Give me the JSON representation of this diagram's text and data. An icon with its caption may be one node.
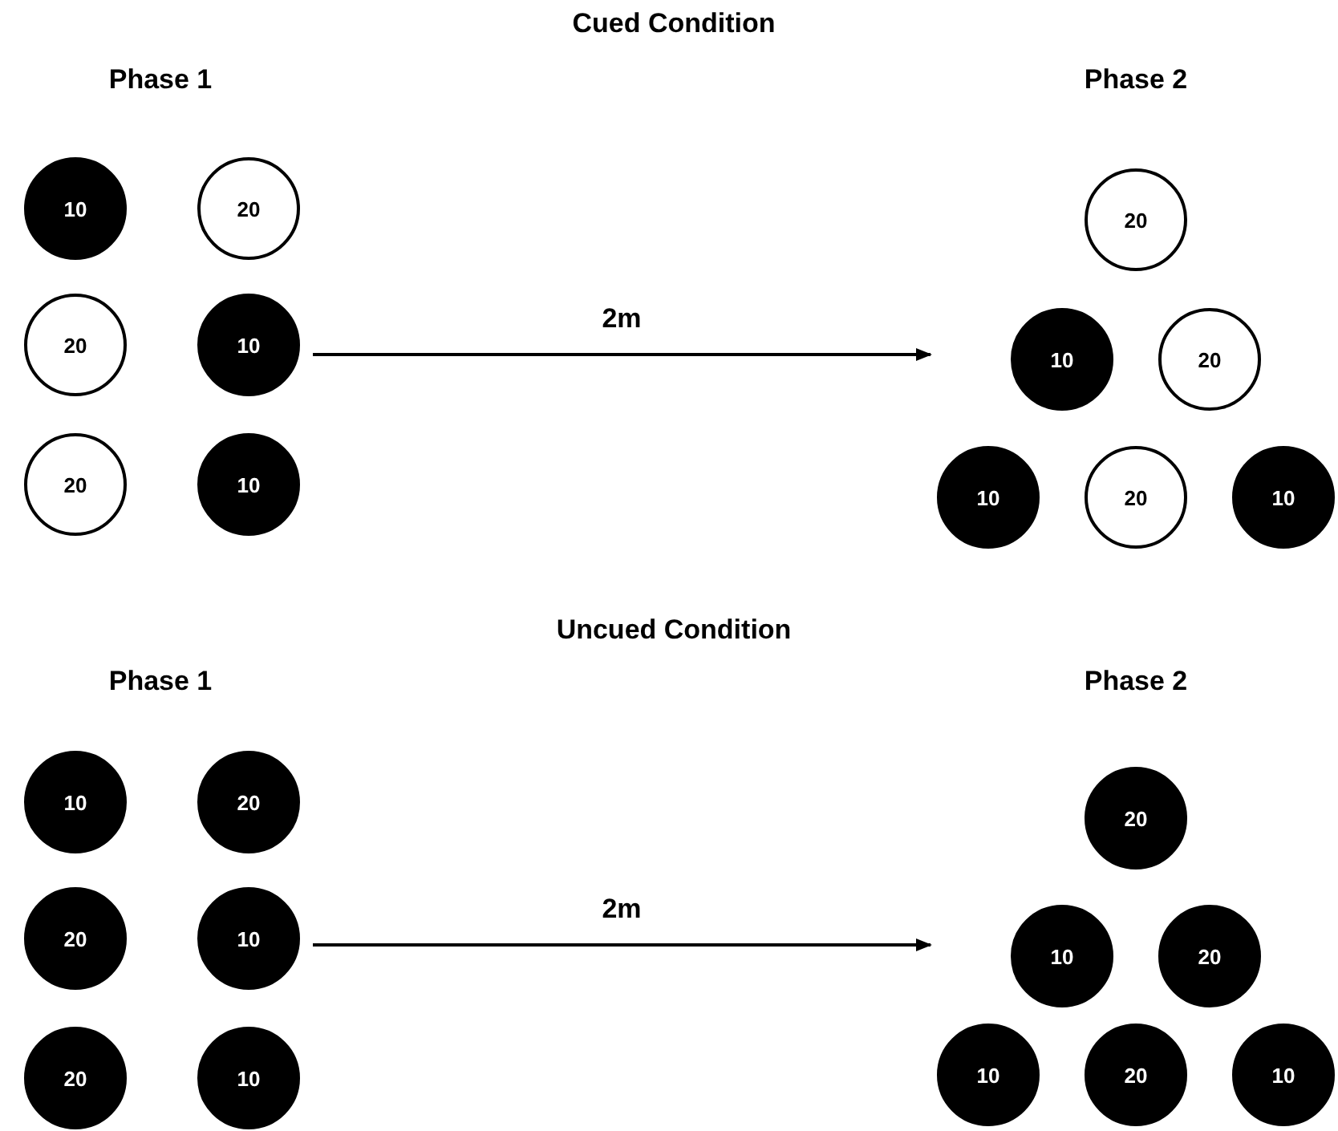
{
  "diagram": {
    "nodes": [
      {
        "text": [
          "Phase 1"
        ]
      },
      {
        "text": [
          "10"
        ],
        "in": 0
      },
      {
        "text": [
          "20"
        ],
        "in": 0
      },
      {
        "text": [
          "20"
        ],
        "in": 0
      },
      {
        "text": [
          "10"
        ],
        "in": 0
      },
      {
        "text": [
          "20"
        ],
        "in": 0
      },
      {
        "text": [
          "10"
        ],
        "in": 0
      },
      {
        "text": [
          "Phase 2"
        ]
      },
      {
        "text": [
          "20"
        ],
        "in": 7
      },
      {
        "text": [
          "10"
        ],
        "in": 7
      },
      {
        "text": [
          "20"
        ],
        "in": 7
      },
      {
        "text": [
          "10"
        ],
        "in": 7
      },
      {
        "text": [
          "20"
        ],
        "in": 7
      },
      {
        "text": [
          "10"
        ],
        "in": 7
      },
      {
        "text": [
          "Phase 1"
        ]
      },
      {
        "text": [
          "10"
        ],
        "in": 14
      },
      {
        "text": [
          "20"
        ],
        "in": 14
      },
      {
        "text": [
          "20"
        ],
        "in": 14
      },
      {
        "text": [
          "10"
        ],
        "in": 14
      },
      {
        "text": [
          "20"
        ],
        "in": 14
      },
      {
        "text": [
          "10"
        ],
        "in": 14
      },
      {
        "text": [
          "Phase 2"
        ]
      },
      {
        "text": [
          "20"
        ],
        "in": 21
      },
      {
        "text": [
          "10"
        ],
        "in": 21
      },
      {
        "text": [
          "20"
        ],
        "in": 21
      },
      {
        "text": [
          "10"
        ],
        "in": 21
      },
      {
        "text": [
          "20"
        ],
        "in": 21
      },
      {
        "text": [
          "10"
        ],
        "in": 21
      }
    ],
    "edges": [
      {
        "from": 0,
        "to": 7,
        "arrow": "to",
        "label": "2m"
      },
      {
        "from": 14,
        "to": 21,
        "arrow": "to",
        "label": "2m"
      }
    ],
    "labels": [
      "Cued Condition",
      "Uncued Condition"
    ]
  }
}
